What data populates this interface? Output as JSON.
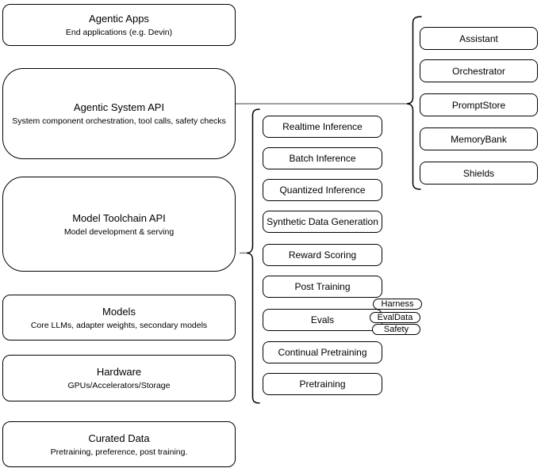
{
  "diagram": {
    "stack": [
      {
        "title": "Agentic Apps",
        "subtitle": "End applications (e.g. Devin)"
      },
      {
        "title": "Agentic System API",
        "subtitle": "System component orchestration, tool calls, safety checks"
      },
      {
        "title": "Model Toolchain API",
        "subtitle": "Model development & serving"
      },
      {
        "title": "Models",
        "subtitle": "Core LLMs, adapter weights, secondary models"
      },
      {
        "title": "Hardware",
        "subtitle": "GPUs/Accelerators/Storage"
      },
      {
        "title": "Curated Data",
        "subtitle": "Pretraining, preference, post training."
      }
    ],
    "toolchain_items": [
      "Realtime Inference",
      "Batch Inference",
      "Quantized Inference",
      "Synthetic Data Generation",
      "Reward Scoring",
      "Post Training",
      "Evals",
      "Continual Pretraining",
      "Pretraining"
    ],
    "evals_tags": [
      "Harness",
      "EvalData",
      "Safety"
    ],
    "system_components": [
      "Assistant",
      "Orchestrator",
      "PromptStore",
      "MemoryBank",
      "Shields"
    ],
    "colors": {
      "shape_stroke": "#000000",
      "connector_stroke": "#7f7f7f",
      "fill": "#ffffff",
      "text": "#000000"
    }
  }
}
